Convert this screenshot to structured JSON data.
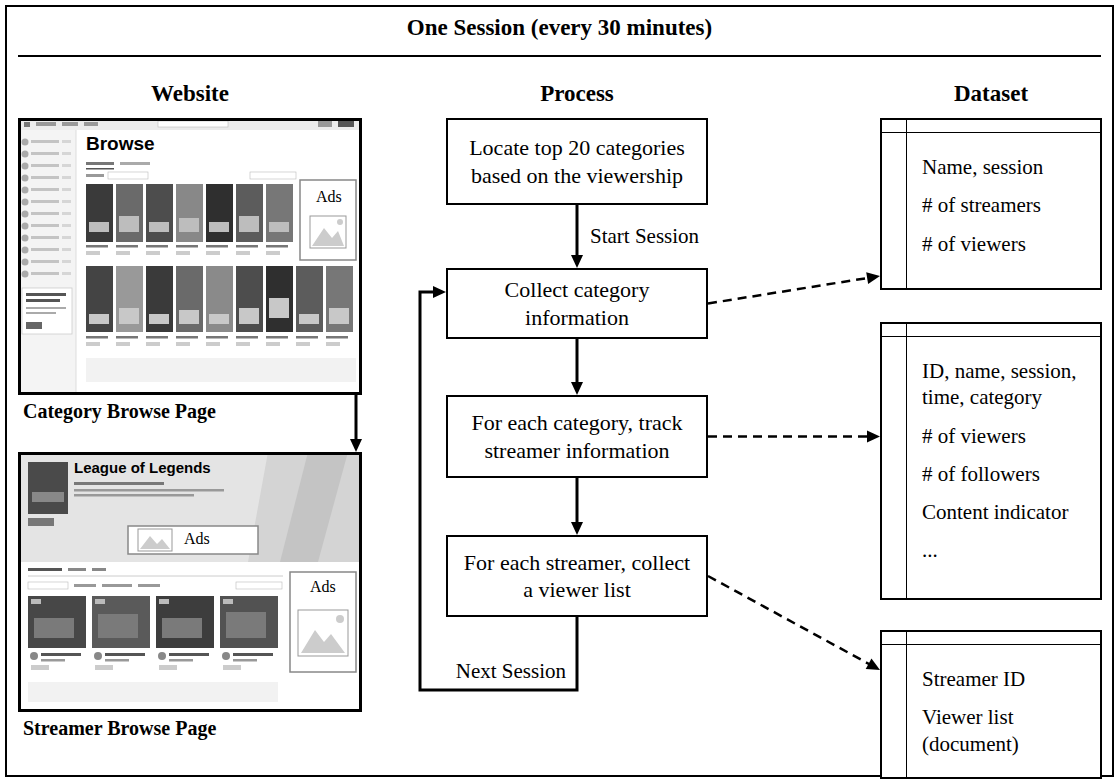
{
  "diagram": {
    "title": "One Session (every 30 minutes)",
    "nodes": [
      {
        "text": [
          "Category Browse Page"
        ]
      },
      {
        "text": [
          "Streamer Browse Page"
        ]
      },
      {
        "text": [
          "Locate top 20 categories based on the viewership"
        ]
      },
      {
        "text": [
          "Collect category information"
        ]
      },
      {
        "text": [
          "For each category, track streamer information"
        ]
      },
      {
        "text": [
          "For each streamer, collect a viewer list"
        ]
      },
      {
        "text": [
          "Name, session",
          "# of streamers",
          "# of viewers"
        ]
      },
      {
        "text": [
          "ID, name, session, time, category",
          "# of viewers",
          "# of followers",
          "Content indicator",
          "..."
        ]
      },
      {
        "text": [
          "Streamer ID",
          "Viewer list (document)"
        ]
      }
    ],
    "edges": [
      {
        "from": 0,
        "to": 1,
        "arrow": "to"
      },
      {
        "from": 2,
        "to": 3,
        "label": "Start Session",
        "arrow": "to"
      },
      {
        "from": 3,
        "to": 4,
        "arrow": "to"
      },
      {
        "from": 4,
        "to": 5,
        "arrow": "to"
      },
      {
        "from": 5,
        "to": 3,
        "label": "Next Session",
        "arrow": "to"
      },
      {
        "from": 3,
        "to": 6,
        "arrow": "to"
      },
      {
        "from": 4,
        "to": 7,
        "arrow": "to"
      },
      {
        "from": 5,
        "to": 8,
        "arrow": "to"
      }
    ],
    "labels": [
      "Website",
      "Process",
      "Dataset",
      "Browse",
      "Ads",
      "League of Legends",
      "Ads",
      "Ads"
    ]
  }
}
